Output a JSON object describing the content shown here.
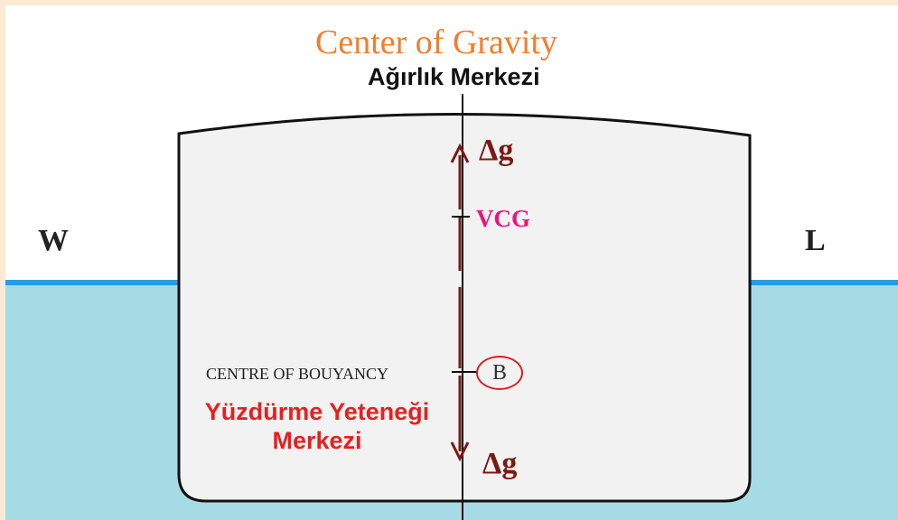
{
  "title": {
    "english": "Center of Gravity",
    "turkish": "Ağırlık Merkezi"
  },
  "labels": {
    "w": "W",
    "l": "L",
    "delta_g_top": "Δg",
    "delta_g_bottom": "Δg",
    "vcg": "VCG",
    "buoyancy_point": "B",
    "centre_of_buoyancy_en": "CENTRE OF BOUYANCY",
    "centre_of_buoyancy_tr": "Yüzdürme Yeteneği Merkezi"
  },
  "colors": {
    "background": "#fbe9d3",
    "water": "#a6dbe6",
    "waterline": "#2a9be0",
    "hull_fill": "#f2f2f2",
    "hull_stroke": "#111111",
    "arrow": "#7a1a14",
    "title_english": "#f07e30",
    "vcg_text": "#e8157e",
    "buoyancy_text": "#e62020"
  }
}
